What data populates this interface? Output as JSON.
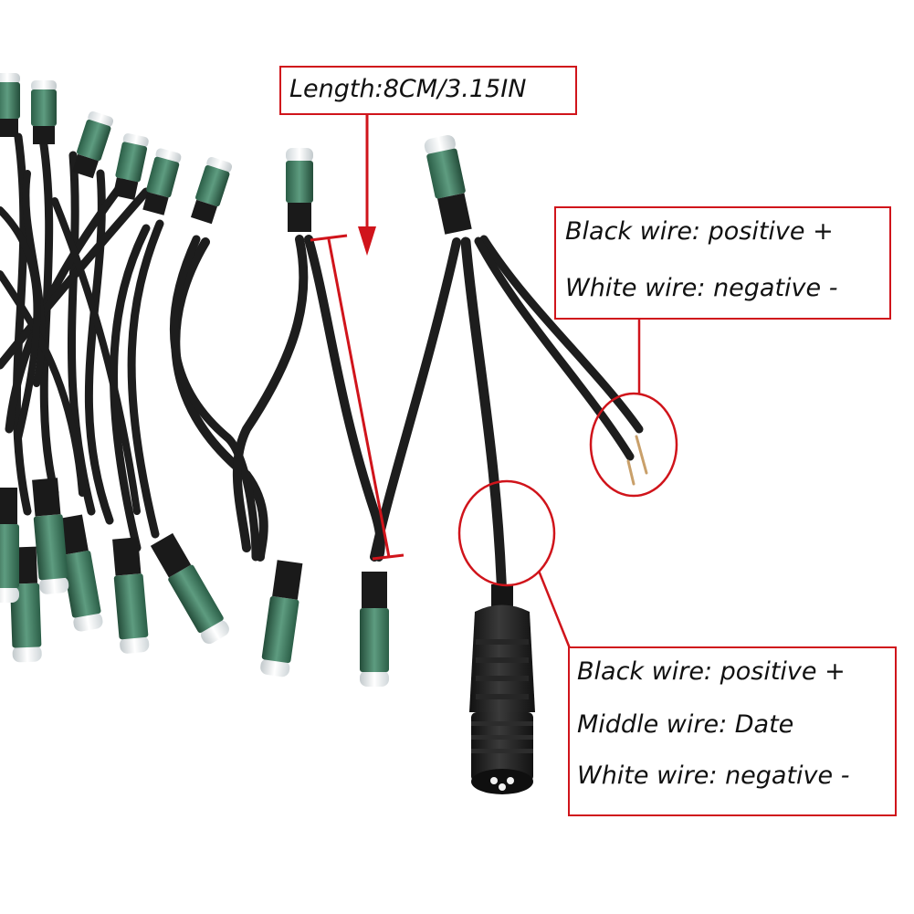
{
  "annotations": {
    "length_label": "Length:8CM/3.15IN",
    "top_callout": {
      "line1": "Black wire: positive +",
      "line2": "White wire: negative -"
    },
    "bottom_callout": {
      "line1": "Black wire: positive +",
      "line2": "Middle wire: Date",
      "line3": "White wire: negative -"
    }
  },
  "colors": {
    "annotation_red": "#d0141b",
    "wire_black": "#1c1c1c",
    "led_green": "#2f6b4f",
    "led_white": "#e9eef0",
    "background": "#ffffff"
  }
}
